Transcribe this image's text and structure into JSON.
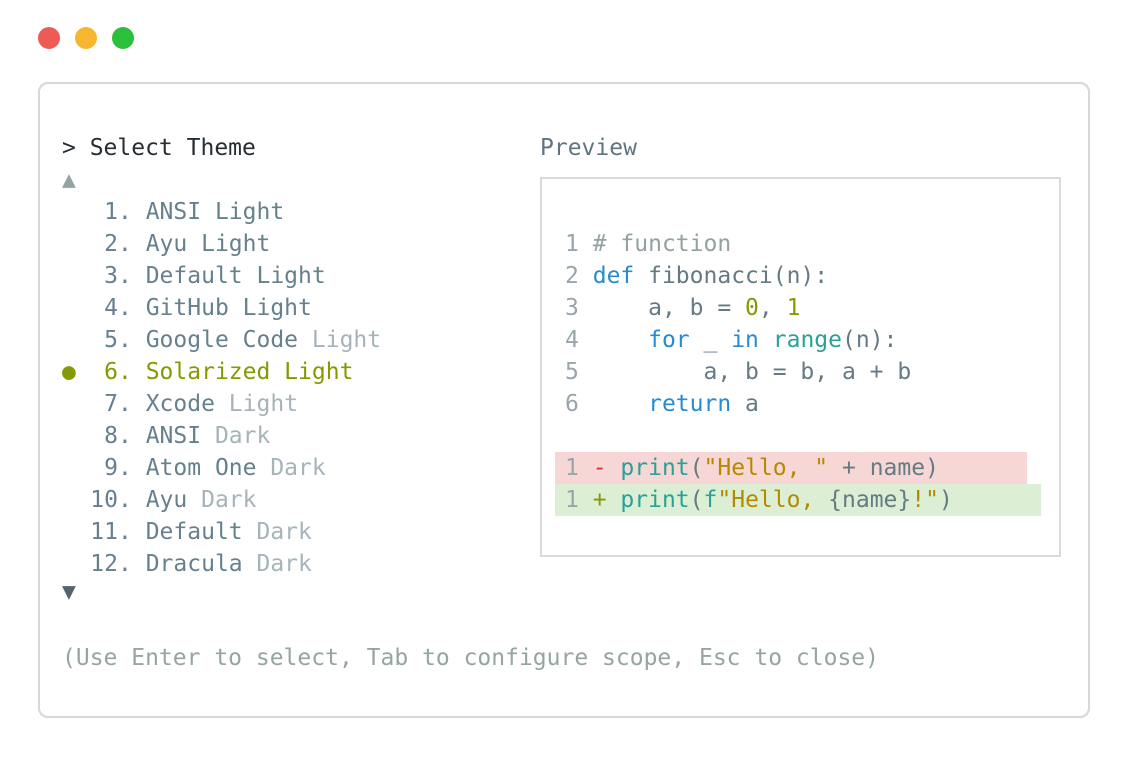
{
  "window": {
    "traffic_lights": [
      "close",
      "minimize",
      "zoom"
    ]
  },
  "panel": {
    "title": "> Select Theme",
    "scroll_up_icon": "▲",
    "scroll_down_icon": "▼",
    "help_text": "(Use Enter to select, Tab to configure scope, Esc to close)"
  },
  "theme_list": {
    "selected_marker": "●",
    "items": [
      {
        "number": "1",
        "name": "ANSI Light",
        "dim": "",
        "selected": false
      },
      {
        "number": "2",
        "name": "Ayu Light",
        "dim": "",
        "selected": false
      },
      {
        "number": "3",
        "name": "Default Light",
        "dim": "",
        "selected": false
      },
      {
        "number": "4",
        "name": "GitHub Light",
        "dim": "",
        "selected": false
      },
      {
        "number": "5",
        "name": "Google Code",
        "dim": " Light",
        "selected": false
      },
      {
        "number": "6",
        "name": "Solarized Light",
        "dim": "",
        "selected": true
      },
      {
        "number": "7",
        "name": "Xcode",
        "dim": " Light",
        "selected": false
      },
      {
        "number": "8",
        "name": "ANSI",
        "dim": " Dark",
        "selected": false
      },
      {
        "number": "9",
        "name": "Atom One",
        "dim": " Dark",
        "selected": false
      },
      {
        "number": "10",
        "name": "Ayu",
        "dim": " Dark",
        "selected": false
      },
      {
        "number": "11",
        "name": "Default",
        "dim": " Dark",
        "selected": false
      },
      {
        "number": "12",
        "name": "Dracula",
        "dim": " Dark",
        "selected": false
      }
    ]
  },
  "preview": {
    "label": "Preview",
    "code_lines": [
      {
        "num": "1",
        "segments": [
          {
            "t": "# function",
            "c": "comment"
          }
        ]
      },
      {
        "num": "2",
        "segments": [
          {
            "t": "def",
            "c": "keyword"
          },
          {
            "t": " fibonacci(n):",
            "c": "default"
          }
        ]
      },
      {
        "num": "3",
        "segments": [
          {
            "t": "    a, b = ",
            "c": "default"
          },
          {
            "t": "0",
            "c": "number"
          },
          {
            "t": ", ",
            "c": "default"
          },
          {
            "t": "1",
            "c": "number"
          }
        ]
      },
      {
        "num": "4",
        "segments": [
          {
            "t": "    ",
            "c": "default"
          },
          {
            "t": "for",
            "c": "keyword"
          },
          {
            "t": " _ ",
            "c": "default"
          },
          {
            "t": "in",
            "c": "keyword"
          },
          {
            "t": " ",
            "c": "default"
          },
          {
            "t": "range",
            "c": "builtin"
          },
          {
            "t": "(n):",
            "c": "default"
          }
        ]
      },
      {
        "num": "5",
        "segments": [
          {
            "t": "        a, b = b, a + b",
            "c": "default"
          }
        ]
      },
      {
        "num": "6",
        "segments": [
          {
            "t": "    ",
            "c": "default"
          },
          {
            "t": "return",
            "c": "keyword"
          },
          {
            "t": " a",
            "c": "default"
          }
        ]
      }
    ],
    "diff_lines": [
      {
        "num": "1",
        "type": "removed",
        "segments": [
          {
            "t": "- ",
            "c": "removed_sign"
          },
          {
            "t": "print",
            "c": "builtin"
          },
          {
            "t": "(",
            "c": "default"
          },
          {
            "t": "\"Hello, \"",
            "c": "string"
          },
          {
            "t": " + name)",
            "c": "default"
          }
        ]
      },
      {
        "num": "1",
        "type": "added",
        "segments": [
          {
            "t": "+ ",
            "c": "added_sign"
          },
          {
            "t": "print",
            "c": "builtin"
          },
          {
            "t": "(",
            "c": "default"
          },
          {
            "t": "f",
            "c": "builtin"
          },
          {
            "t": "\"Hello, ",
            "c": "string"
          },
          {
            "t": "{name}",
            "c": "default"
          },
          {
            "t": "!\"",
            "c": "string"
          },
          {
            "t": ")",
            "c": "default"
          }
        ]
      }
    ]
  },
  "colors": {
    "title_text": "#272e33",
    "preview_label": "#5f7580",
    "list_text": "#66808e",
    "dim_text": "#a6b4ba",
    "selected": "#859900",
    "help_text": "#96a5a2",
    "arrow_up": "#94a4a3",
    "arrow_down": "#53646f",
    "panel_border": "#d4d8d8",
    "box_border": "#d8dbdb",
    "line_number": "#98a5ab",
    "code_default": "#657b83",
    "keyword": "#268bd2",
    "builtin": "#2aa198",
    "string": "#b58900",
    "number": "#859900",
    "comment": "#93a1a1",
    "removed_sign": "#dc322f",
    "added_sign": "#859900",
    "removed_bg": "#f6d7d5",
    "added_bg": "#dcefd4",
    "traffic_red": "#ee5b55",
    "traffic_yellow": "#f5b630",
    "traffic_green": "#2bc03c"
  }
}
